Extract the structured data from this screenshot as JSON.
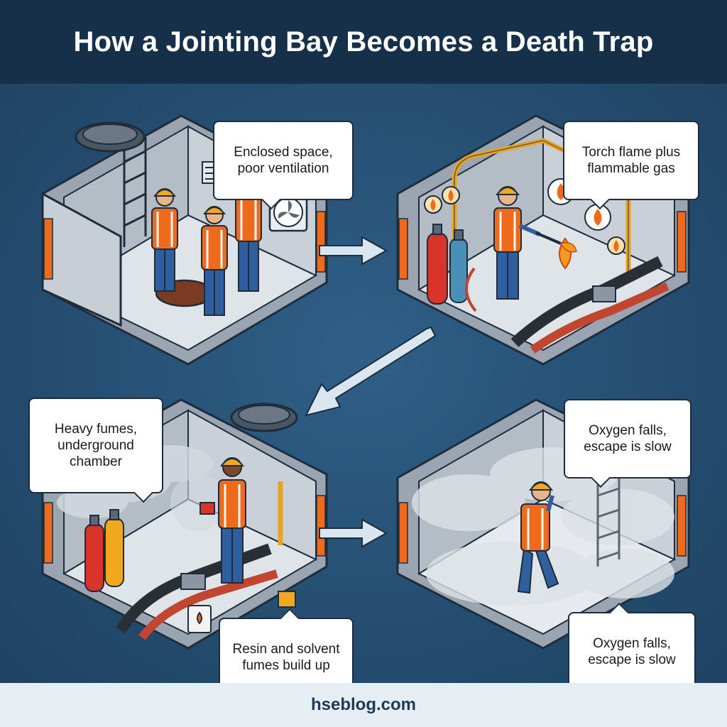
{
  "title": "How a Jointing Bay Becomes a Death Trap",
  "panels": [
    {
      "id": "enclosed",
      "callout": "Enclosed space,\npoor ventilation"
    },
    {
      "id": "flame",
      "callout": "Torch flame plus\nflammable gas"
    },
    {
      "id": "fumes",
      "callout": "Heavy fumes,\nunderground\nchamber",
      "callout2": "Resin and solvent\nfumes build up"
    },
    {
      "id": "oxygen",
      "callout": "Oxygen falls,\nescape is slow",
      "callout2": "Oxygen falls,\nescape is slow"
    }
  ],
  "footer": "hseblog.com",
  "colors": {
    "header_bg": "#16304a",
    "background": "#24496b",
    "concrete": "#c7ced6",
    "vest": "#f06a1c",
    "helmet": "#f2a81c",
    "cylinder_red": "#d8342a",
    "flame": "#f59a1e",
    "footer_bg": "#e6eef3"
  },
  "icons": [
    "manhole-icon",
    "ladder-icon",
    "fan-icon",
    "gas-cylinder-icon",
    "flame-icon",
    "torch-icon",
    "cable-icon",
    "smoke-icon",
    "arrow-icon"
  ]
}
